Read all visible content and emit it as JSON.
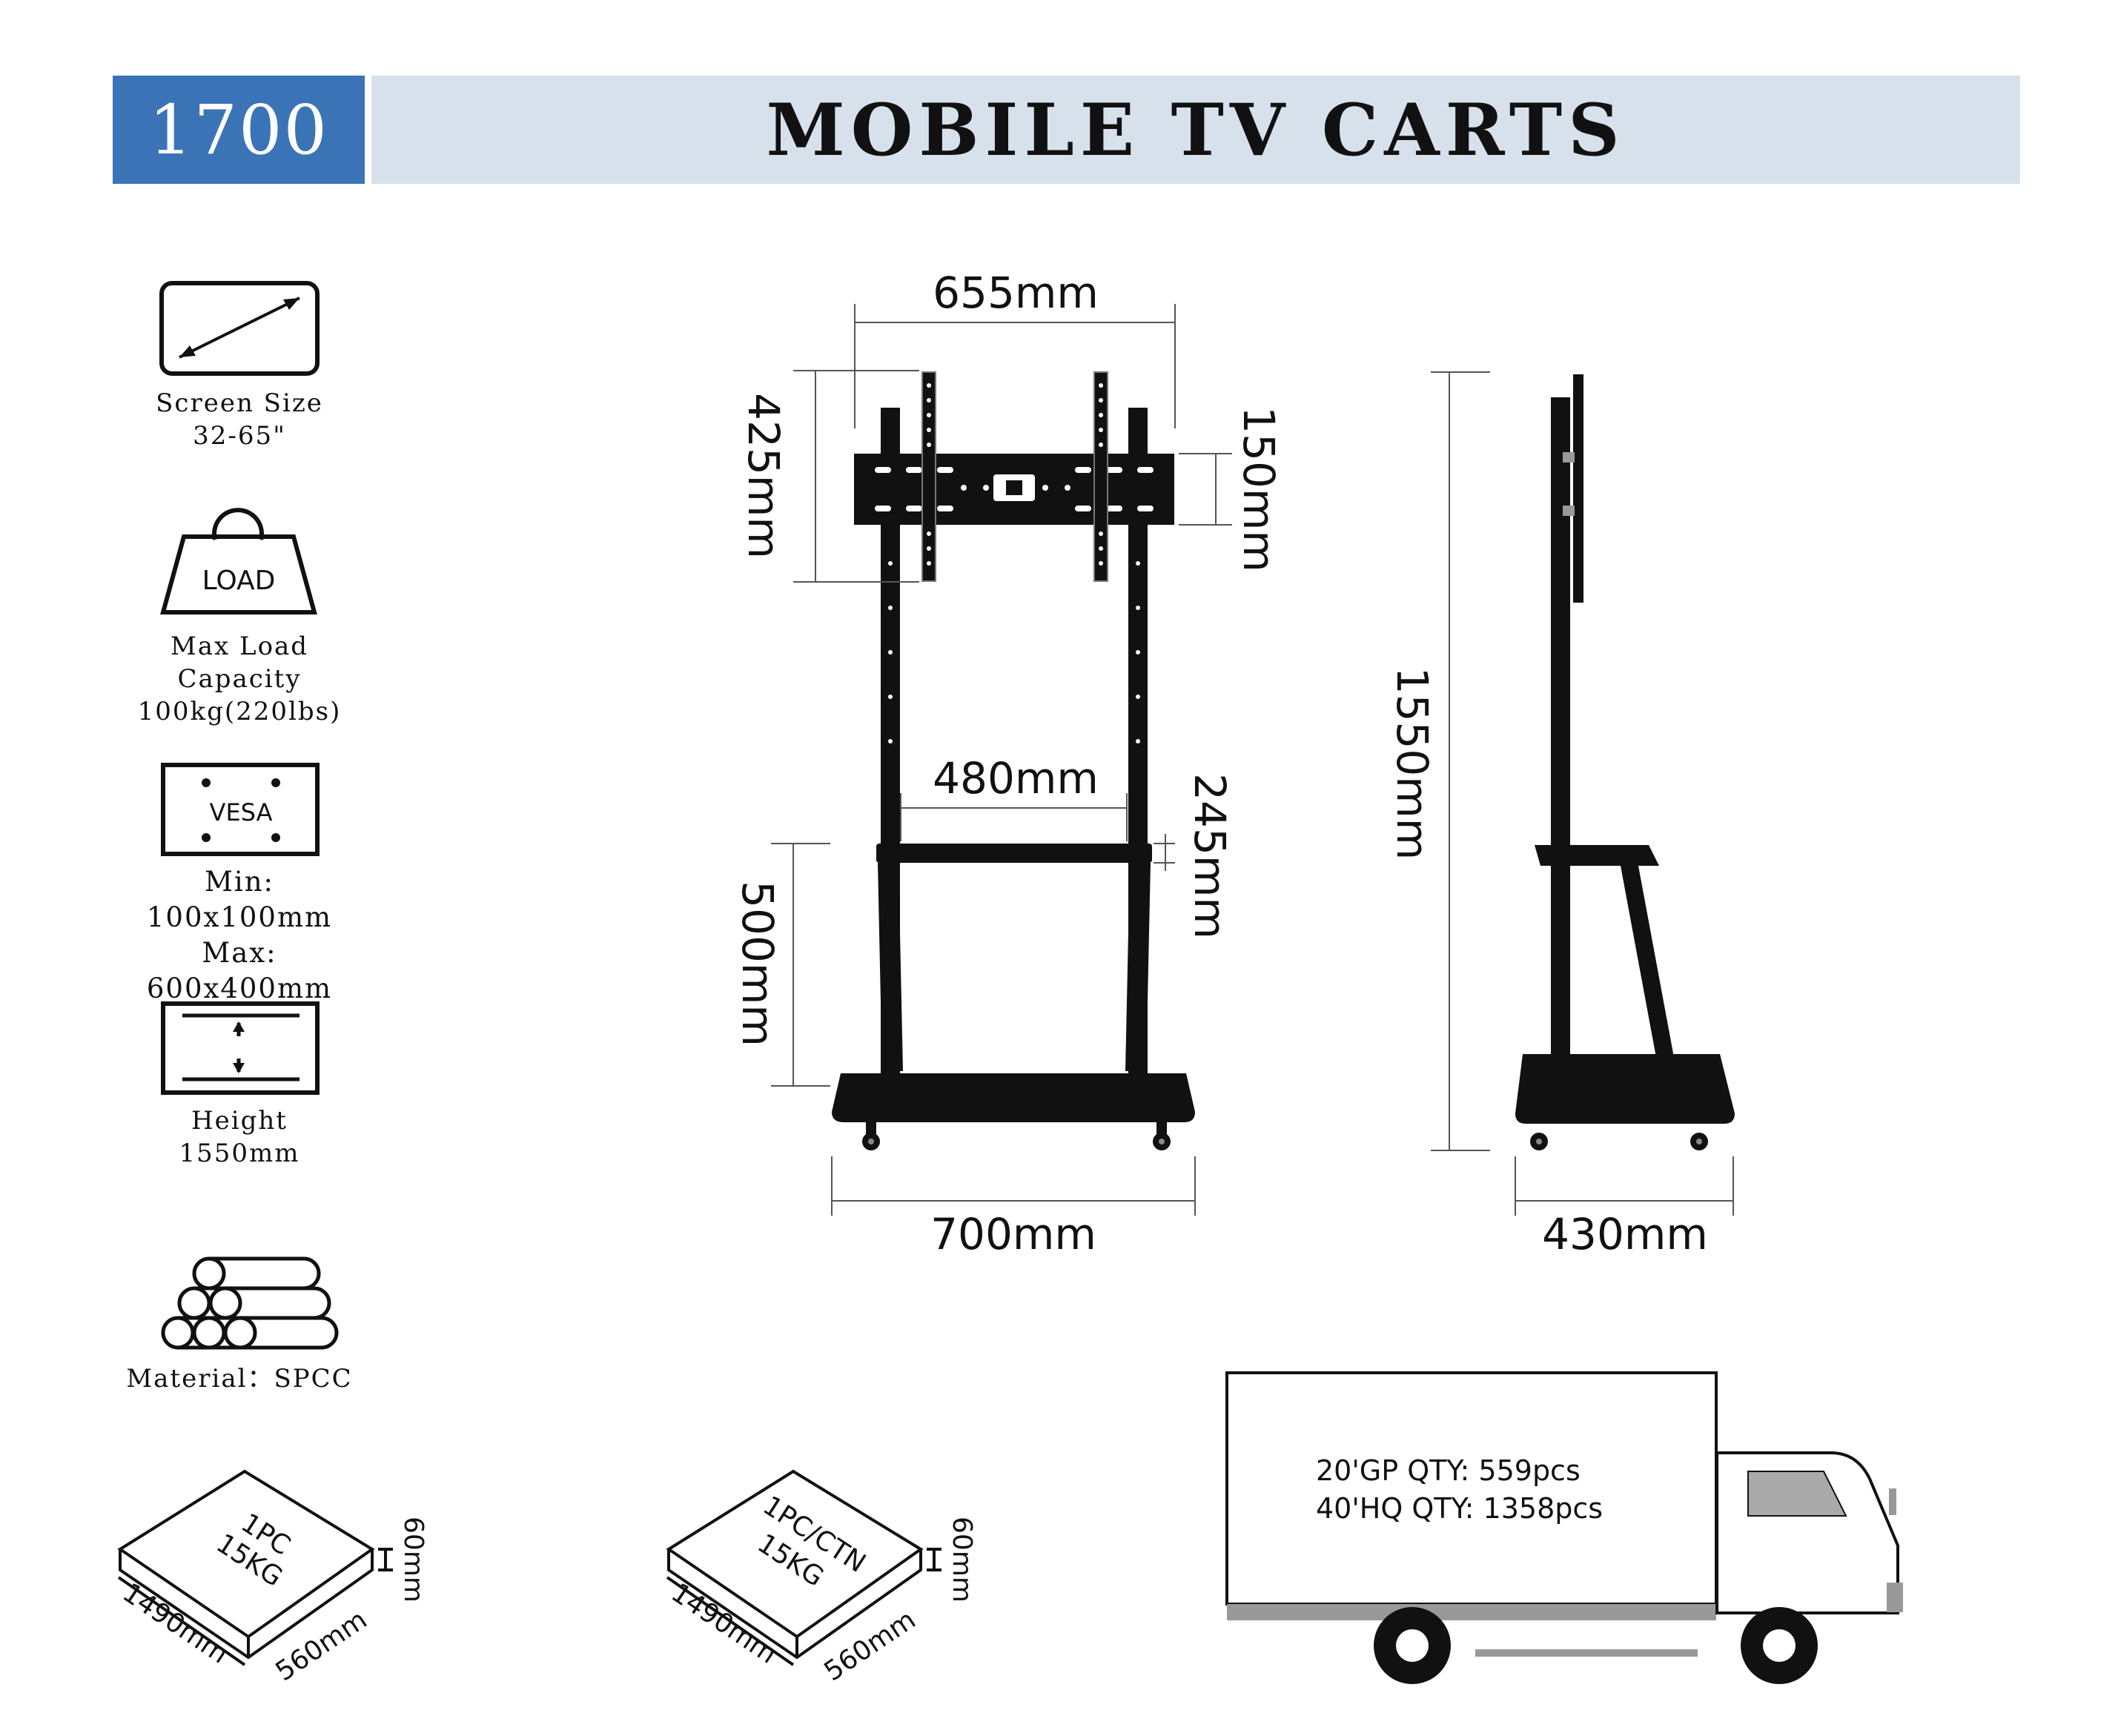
{
  "header": {
    "code": "1700",
    "title": "MOBILE TV CARTS",
    "code_bg": "#3b74b6",
    "title_bg": "#d6e1ec"
  },
  "specs": [
    {
      "icon": "screen-size-icon",
      "line1": "Screen Size",
      "line2": "32-65\""
    },
    {
      "icon": "load-weight-icon",
      "icon_text": "LOAD",
      "line1": "Max Load Capacity",
      "line2": "100kg(220lbs)"
    },
    {
      "icon": "vesa-icon",
      "icon_text": "VESA",
      "line1": "Min: 100x100mm",
      "line2": "Max: 600x400mm"
    },
    {
      "icon": "height-icon",
      "line1": "Height",
      "line2": "1550mm"
    },
    {
      "icon": "material-pipes-icon",
      "line1": "Material：SPCC"
    }
  ],
  "dimensions": {
    "front_top_width": "655mm",
    "front_mount_height": "425mm",
    "front_bracket_height": "150mm",
    "front_shelf_width": "480mm",
    "front_shelf_gap": "245mm",
    "front_shelf_height": "500mm",
    "front_base_width": "700mm",
    "side_height": "1550mm",
    "side_base_depth": "430mm"
  },
  "packages": [
    {
      "icon": "box-icon",
      "face_line1": "1PC",
      "face_line2": "15KG",
      "height": "60mm",
      "length": "1490mm",
      "width": "560mm"
    },
    {
      "icon": "carton-icon",
      "face_line1": "1PC/CTN",
      "face_line2": "15KG",
      "height": "60mm",
      "length": "1490mm",
      "width": "560mm"
    }
  ],
  "shipping": {
    "icon": "truck-icon",
    "line1": "20'GP QTY: 559pcs",
    "line2": "40'HQ QTY: 1358pcs"
  }
}
